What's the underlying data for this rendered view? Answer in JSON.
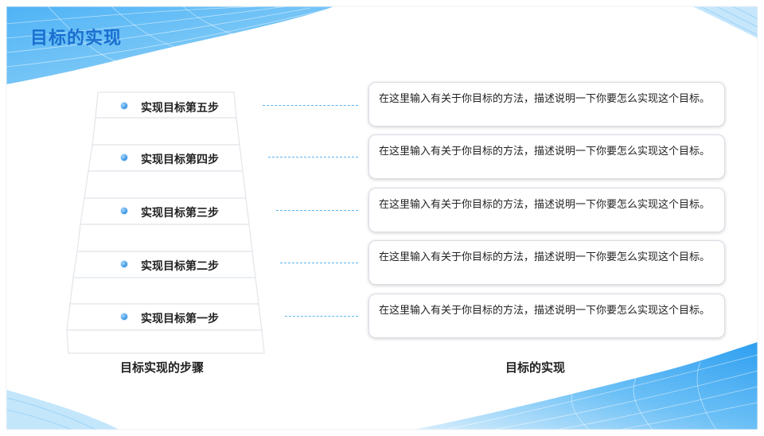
{
  "title": "目标的实现",
  "steps": [
    {
      "label": "实现目标第五步",
      "description": "在这里输入有关于你目标的方法，描述说明一下你要怎么实现这个目标。"
    },
    {
      "label": "实现目标第四步",
      "description": "在这里输入有关于你目标的方法，描述说明一下你要怎么实现这个目标。"
    },
    {
      "label": "实现目标第三步",
      "description": "在这里输入有关于你目标的方法，描述说明一下你要怎么实现这个目标。"
    },
    {
      "label": "实现目标第二步",
      "description": "在这里输入有关于你目标的方法，描述说明一下你要怎么实现这个目标。"
    },
    {
      "label": "实现目标第一步",
      "description": "在这里输入有关于你目标的方法，描述说明一下你要怎么实现这个目标。"
    }
  ],
  "captions": {
    "left": "目标实现的步骤",
    "right": "目标的实现"
  },
  "colors": {
    "accent": "#1a6fd0",
    "wave": "#3ba7f0",
    "dash": "#5bb4f0"
  }
}
